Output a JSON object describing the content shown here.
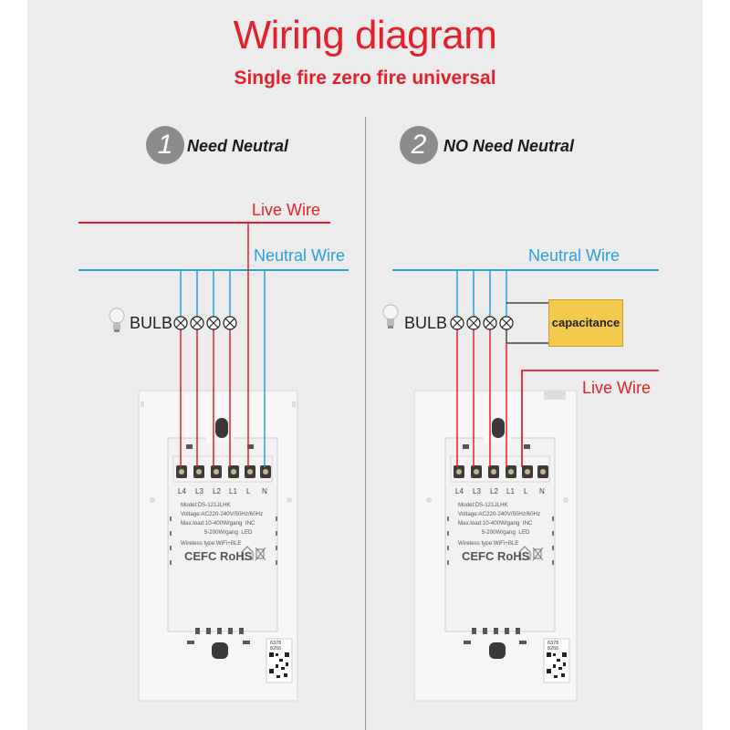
{
  "title": "Wiring diagram",
  "subtitle": "Single fire zero fire universal",
  "left": {
    "number": "1",
    "label": "Need Neutral",
    "live_wire": "Live Wire",
    "neutral_wire": "Neutral Wire",
    "bulb": "BULB"
  },
  "right": {
    "number": "2",
    "label": "NO Need Neutral",
    "live_wire": "Live Wire",
    "neutral_wire": "Neutral Wire",
    "bulb": "BULB",
    "capacitance": "capacitance"
  },
  "device": {
    "terminals": [
      "L4",
      "L3",
      "L2",
      "L1",
      "L",
      "N"
    ],
    "spec_lines": [
      "Model:DS-121JLHK",
      "Voltage:AC220-240V/50Hz/60Hz",
      "Max.load:10-400W/gang  INC",
      "               5-200W/gang  LED",
      "Wireless type:WiFi+BLE"
    ],
    "cert_marks": "CEFC RoHS",
    "qr_code": [
      "6378",
      "8266"
    ]
  },
  "colors": {
    "live": "#e4202a",
    "neutral": "#2a9fe0",
    "title": "#e4202a",
    "capacitance_fill": "#f2c94c"
  }
}
